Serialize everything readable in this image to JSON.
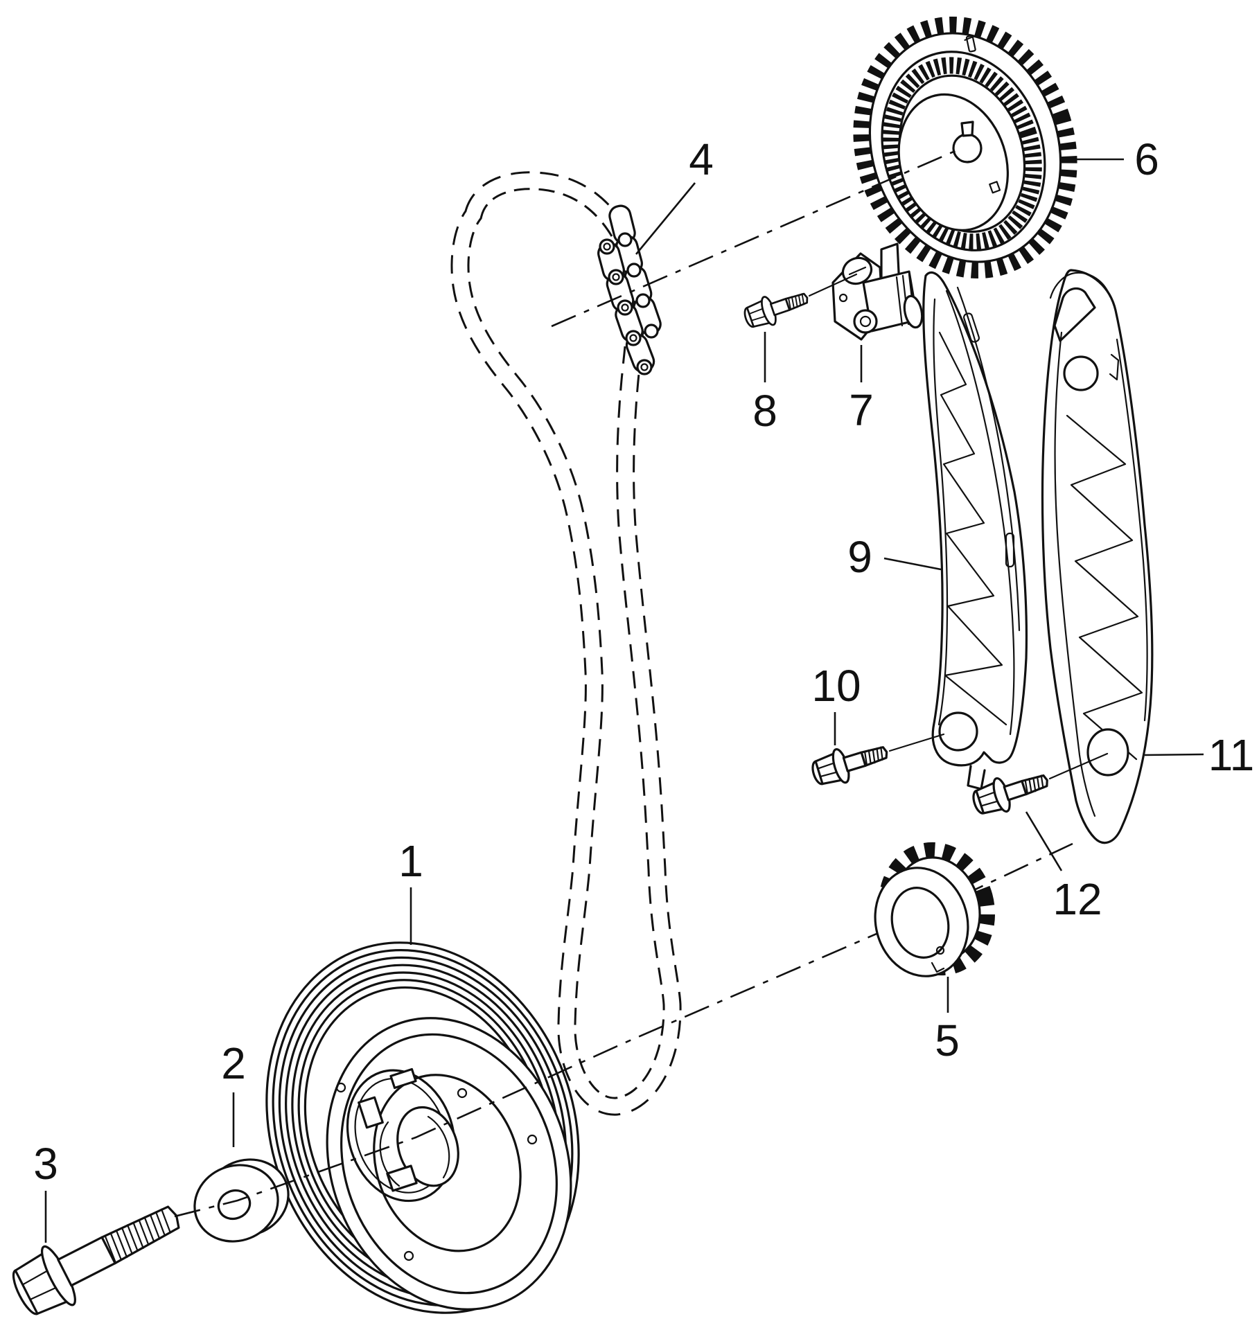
{
  "colors": {
    "ink": "#111111",
    "paper": "#ffffff"
  },
  "callouts": [
    {
      "text": "1"
    },
    {
      "text": "2"
    },
    {
      "text": "3"
    },
    {
      "text": "4"
    },
    {
      "text": "5"
    },
    {
      "text": "6"
    },
    {
      "text": "7"
    },
    {
      "text": "8"
    },
    {
      "text": "9"
    },
    {
      "text": "10"
    },
    {
      "text": "11"
    },
    {
      "text": "12"
    }
  ]
}
